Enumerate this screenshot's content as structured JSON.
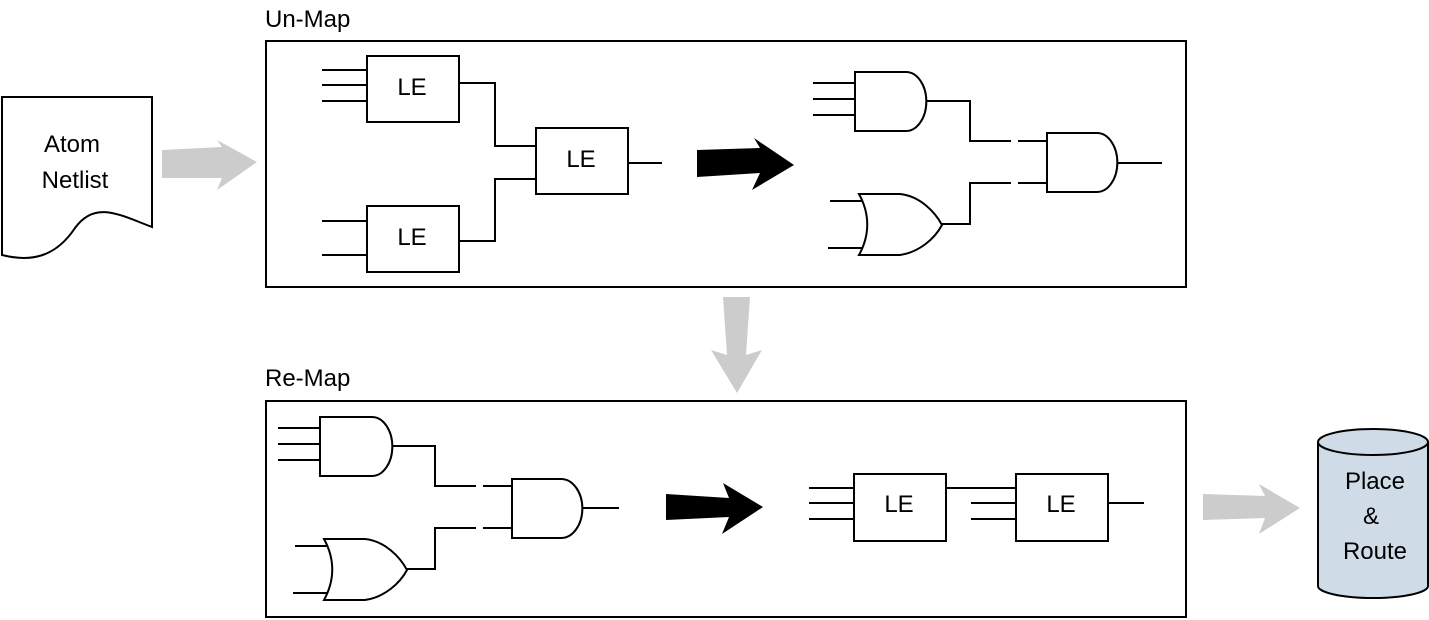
{
  "diagram": {
    "source": {
      "line1": "Atom",
      "line2": "Netlist"
    },
    "unmap": {
      "title": "Un-Map",
      "le_label": "LE",
      "left_blocks": [
        "LE",
        "LE",
        "LE"
      ],
      "right_gates": [
        "AND (3-input)",
        "OR (2-input)",
        "AND (2-input)"
      ]
    },
    "remap": {
      "title": "Re-Map",
      "left_gates": [
        "AND (3-input)",
        "OR (2-input)",
        "AND (2-input)"
      ],
      "right_blocks": [
        "LE",
        "LE"
      ]
    },
    "destination": {
      "line1": "Place",
      "line2": "&",
      "line3": "Route"
    },
    "colors": {
      "flow_arrow": "#cccccc",
      "transform_arrow": "#000000",
      "cylinder_fill": "#cfdbe6"
    }
  }
}
